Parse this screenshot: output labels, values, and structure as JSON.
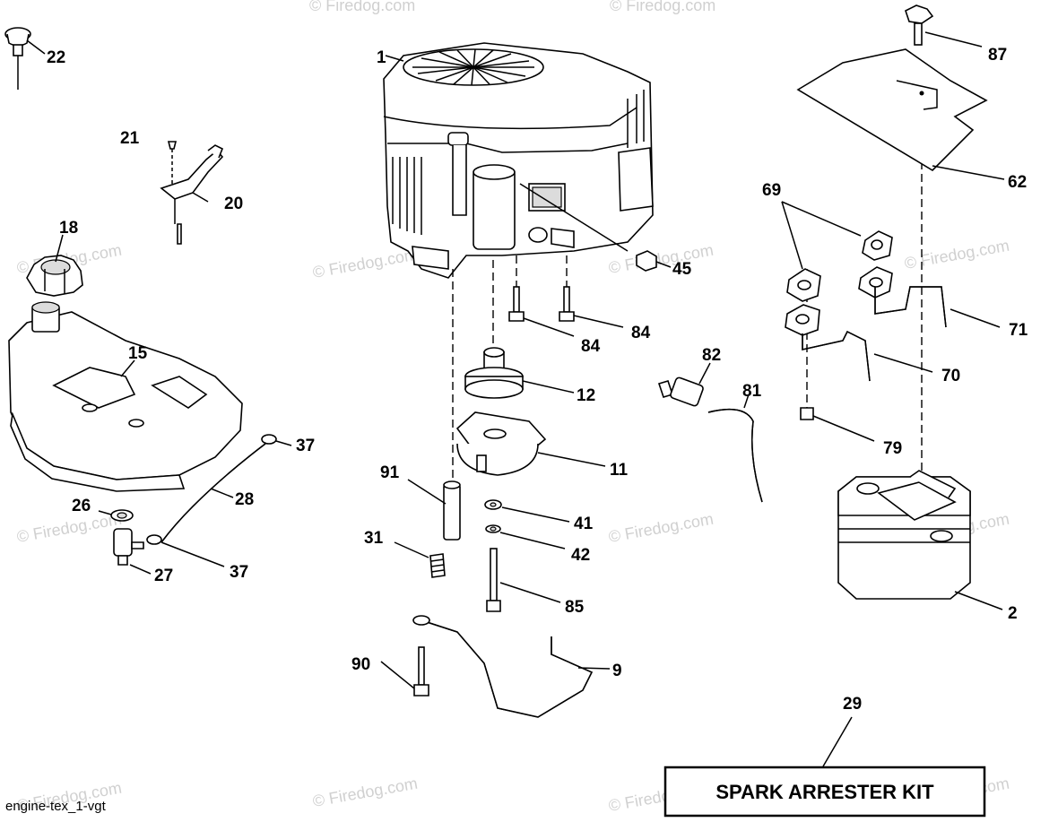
{
  "labels": {
    "p1": "1",
    "p2": "2",
    "p9": "9",
    "p11": "11",
    "p12": "12",
    "p15": "15",
    "p18": "18",
    "p20": "20",
    "p21": "21",
    "p22": "22",
    "p26": "26",
    "p27": "27",
    "p28": "28",
    "p29": "29",
    "p31": "31",
    "p37a": "37",
    "p37b": "37",
    "p41": "41",
    "p42": "42",
    "p45": "45",
    "p62": "62",
    "p69": "69",
    "p70": "70",
    "p71": "71",
    "p79": "79",
    "p81": "81",
    "p82": "82",
    "p84a": "84",
    "p84b": "84",
    "p85": "85",
    "p87": "87",
    "p90": "90",
    "p91": "91"
  },
  "kit_label": "SPARK ARRESTER KIT",
  "footer_code": "engine-tex_1-vgt",
  "watermark": "© Firedog.com"
}
